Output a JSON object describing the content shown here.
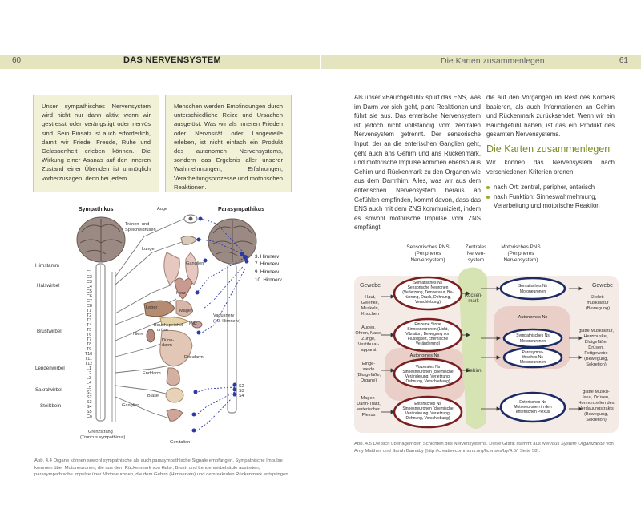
{
  "header": {
    "page_left": "60",
    "page_right": "61",
    "title_left": "DAS NERVENSYSTEM",
    "title_right": "Die Karten zusammenlegen"
  },
  "box_sympathetic": "Unser sympathisches Nervensystem wird nicht nur dann aktiv, wenn wir gestresst oder verängstigt oder nervös sind. Sein Einsatz ist auch erforderlich, damit wir Friede, Freude, Ruhe und Gelassenheit erleben können. Die Wirkung einer Asanas auf den inneren Zustand einer Übenden ist unmöglich vorherzusagen, denn bei jedem",
  "box_perception": "Menschen werden Empfindungen durch unterschiedliche Reize und Ursachen ausgelöst. Was wir als inneren Frieden oder Nervosität oder Langeweile erleben, ist nicht einfach ein Produkt des autonomen Nervensystems, sondern das Ergebnis aller unserer Wahrnehmungen, Erfahrungen, Verarbeitungsprozesse und motorischen Reaktionen.",
  "col1_text": "Als unser »Bauchgefühl« spürt das ENS, was im Darm vor sich geht, plant Reaktionen und führt sie aus. Das enterische Nervensystem ist jedoch nicht vollständig vom zentralen Nervensystem getrennt. Der sensorische Input, der an die enterischen Ganglien geht, geht auch ans Gehirn und ans Rückenmark, und motorische Impulse kommen ebenso aus Gehirn und Rückenmark zu den Organen wie aus dem Darmhirn. Alles, was wir aus dem enterischen Nervensystem heraus an Gefühlen empfinden, kommt davon, dass das ENS auch mit dem ZNS kommuniziert, indem es sowohl motorische Impulse vom ZNS empfängt,",
  "col2_text": "die auf den Vorgängen im Rest des Körpers basieren, als auch Informationen an Gehirn und Rückenmark zurücksendet. Wenn wir ein Bauchgefühl haben, ist das ein Produkt des gesamten Nervensystems.",
  "section_heading": "Die Karten zusammenlegen",
  "section_intro": "Wir können das Nervensystem nach verschiedenen Kriterien ordnen:",
  "bullets": [
    "nach Ort: zentral, peripher, enterisch",
    "nach Funktion: Sinneswahrnehmung, Verarbeitung und motorische Reaktion"
  ],
  "caption_left": "Abb. 4.4 Organe können sowohl sympathische als auch parasympathische Signale empfangen. Sympathische Impulse kommen über Motoneuronen, die aus dem Rückenmark von Hals-, Brust- und Lendenwirbelsäule austreten, parasympathische Impulse über Motoneuronen, die dem Gehirn (Hirnnerven) und dem sakralen Rückenmark entspringen.",
  "caption_right_a": "Abb. 4.5 Die sich überlagernden Schichten des Nervensystems. Diese Grafik stammt aus ",
  "caption_right_b": "Nervous System Organization",
  "caption_right_c": " von Amy Matthes und Sarah Barnaby (http://creativecommons.org/licenses/by/4.0/, Seite 58).",
  "fig_left": {
    "sympathikus": "Sympathikus",
    "parasympathikus": "Parasympathikus",
    "hirnstamm": "Hirnstamm",
    "halswirbel": "Halswirbel",
    "brustwirbel": "Brustwirbel",
    "lendenwirbel": "Lendenwirbel",
    "sakralwirbel": "Sakralwirbel",
    "steissbein": "Steißbein",
    "auge": "Auge",
    "traenen": "Tränen- und",
    "speichel": "Speicheldrüsen",
    "lunge": "Lunge",
    "ganglien": "Ganglien",
    "herz": "Herz",
    "leber": "Leber",
    "magen": "Magen",
    "bauchspeichel": "Bauchspeichel-",
    "druese": "drüse",
    "milz": "Milz",
    "niere": "Niere",
    "duenndarm_a": "Dünn-",
    "duenndarm_b": "darm",
    "dickdarm": "Dickdarm",
    "enddarm": "Enddarm",
    "blase": "Blase",
    "genitalien": "Genitalien",
    "ganglien2": "Ganglien",
    "grenzstrang": "Grenzstrang",
    "truncus": "(Truncus sympathicus)",
    "hirnnerv3": "3. Hirnnerv",
    "hirnnerv7": "7. Hirnnerv",
    "hirnnerv9": "9. Hirnnerv",
    "hirnnerv10": "10. Hirnnerv",
    "vagus_a": "Vagusnerv",
    "vagus_b": "(10. Hirnnerv)",
    "cervical": [
      "C1",
      "C2",
      "C3",
      "C4",
      "C5",
      "C6",
      "C7",
      "C8"
    ],
    "thoracic": [
      "T1",
      "T2",
      "T3",
      "T4",
      "T5",
      "T6",
      "T7",
      "T8",
      "T9",
      "T10",
      "T11",
      "T12"
    ],
    "lumbar": [
      "L1",
      "L2",
      "L3",
      "L4",
      "L5"
    ],
    "sacral": [
      "S1",
      "S2",
      "S3",
      "S4",
      "S5"
    ],
    "coccyx": "Co",
    "sacral_right": [
      "S2",
      "S3",
      "S4"
    ]
  },
  "fig_right": {
    "col_sensory": [
      "Sensorisches PNS",
      "(Peripheres",
      "Nervensystem)"
    ],
    "col_central": [
      "Zentrales",
      "Nerven-",
      "system"
    ],
    "col_motor": [
      "Motorisches PNS",
      "(Peripheres",
      "Nervensystem)"
    ],
    "gewebe_left": "Gewebe",
    "gewebe_right": "Gewebe",
    "left_labels_a": [
      "Haut,",
      "Gelenke,",
      "Muskeln,",
      "Knochen"
    ],
    "left_labels_b": [
      "Augen,",
      "Ohren, Nase,",
      "Zunge,",
      "Vestibular-",
      "apparat"
    ],
    "left_labels_c": [
      "Einge-",
      "weide",
      "(Blutgefäße,",
      "Organe)"
    ],
    "left_labels_d": [
      "Magen-",
      "Darm-Trakt,",
      "enterischer",
      "Plexus"
    ],
    "sens1": [
      "Somatisches Ns",
      "Sensorische Neuronen",
      "(Verletzung, Temperatur, Be-",
      "rührung, Druck, Dehnung,",
      "Verschiebung)"
    ],
    "sens2": [
      "Einzelne Sinne",
      "Sinnesneuronen (Licht,",
      "Vibration, Bewegung von",
      "Flüssigkeit, chemische",
      "Veränderung)"
    ],
    "autonomes_left": "Autonomes Ns",
    "sens3": [
      "Viszerales Ns",
      "Sinnesneuronen (chemische",
      "Veränderung, Verletzung,",
      "Dehnung, Verschiebung)"
    ],
    "sens4": [
      "Enterisches Ns",
      "Sinnesneuronen (chemische",
      "Veränderung, Verletzung,",
      "Dehnung, Verschiebung)"
    ],
    "rueckenmark": [
      "Rücken-",
      "mark"
    ],
    "gehirn": "Gehirn",
    "mot1": [
      "Somatisches Ns",
      "Motoneuronen"
    ],
    "autonomes_right": "Autonomes Ns",
    "mot2": [
      "Sympathisches Ns",
      "Motoneuronen"
    ],
    "mot3": [
      "Parasympa-",
      "thisches Ns",
      "Motoneuronen"
    ],
    "mot4": [
      "Enterisches Ns",
      "Motoneuronen in den",
      "enterischen Plexus"
    ],
    "right_labels_a": [
      "Skelett-",
      "muskulatur",
      "(Bewegung)"
    ],
    "right_labels_b": [
      "glatte Muskulatur,",
      "Herzmuskel,",
      "Blutgefäße,",
      "Drüsen,",
      "Fettgewebe",
      "(Bewegung,",
      "Sekretion)"
    ],
    "right_labels_c": [
      "glatte Musku-",
      "latur, Drüsen,",
      "Hormonzellen des",
      "Verdauungstrakts",
      "(Bewegung,",
      "Sekretion)"
    ]
  }
}
